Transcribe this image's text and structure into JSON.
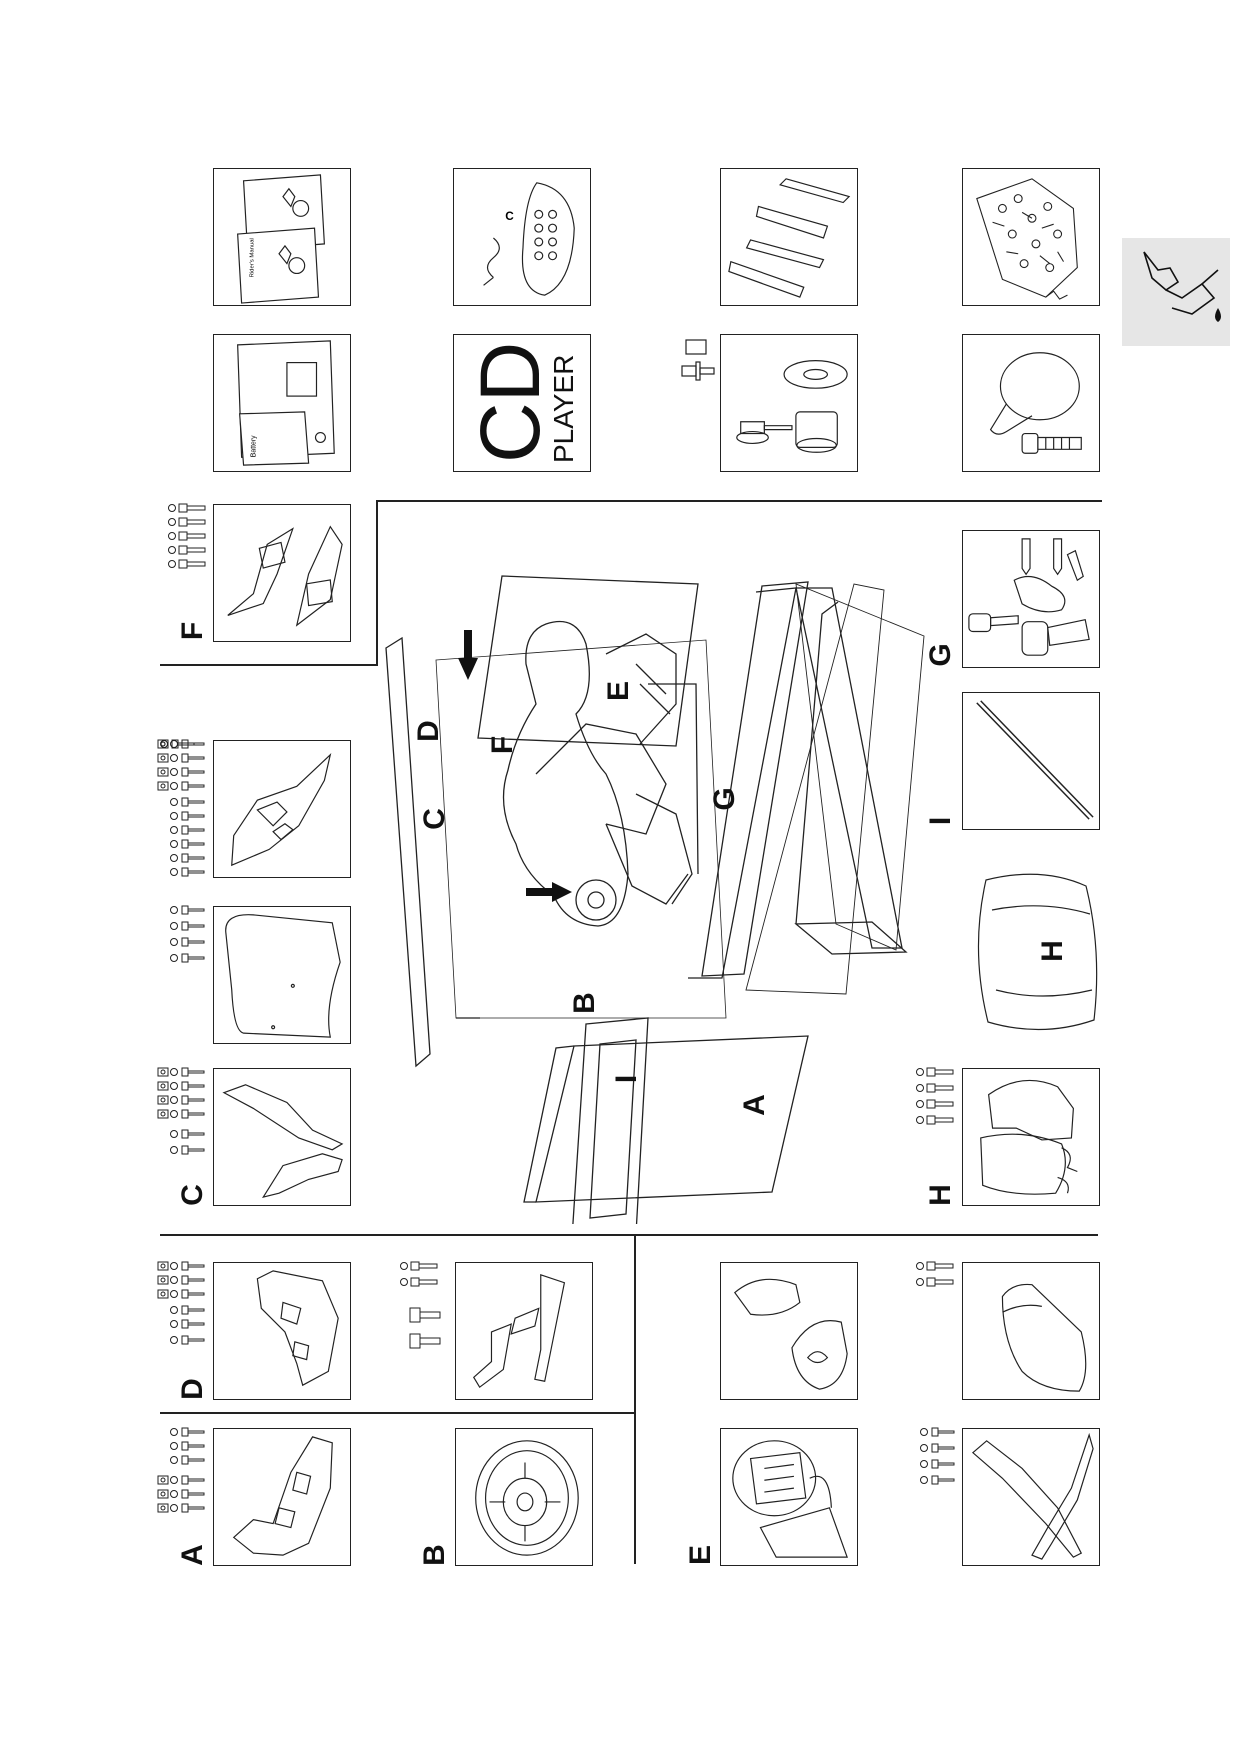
{
  "labels": {
    "a": "A",
    "b": "B",
    "c": "C",
    "d": "D",
    "e": "E",
    "f": "F",
    "g": "G",
    "h": "H",
    "i": "I"
  },
  "cd_box": {
    "line1": "CD",
    "line2": "PLAYER"
  },
  "manuals": {
    "top": "Rider's Manual",
    "battery": "Battery"
  },
  "colors": {
    "line": "#222222",
    "tab_background": "#e6e6e6",
    "paper": "#ffffff"
  },
  "icons": {
    "side_tab": "hand-oil-can-icon",
    "fastener": "screw-washer-icon"
  }
}
